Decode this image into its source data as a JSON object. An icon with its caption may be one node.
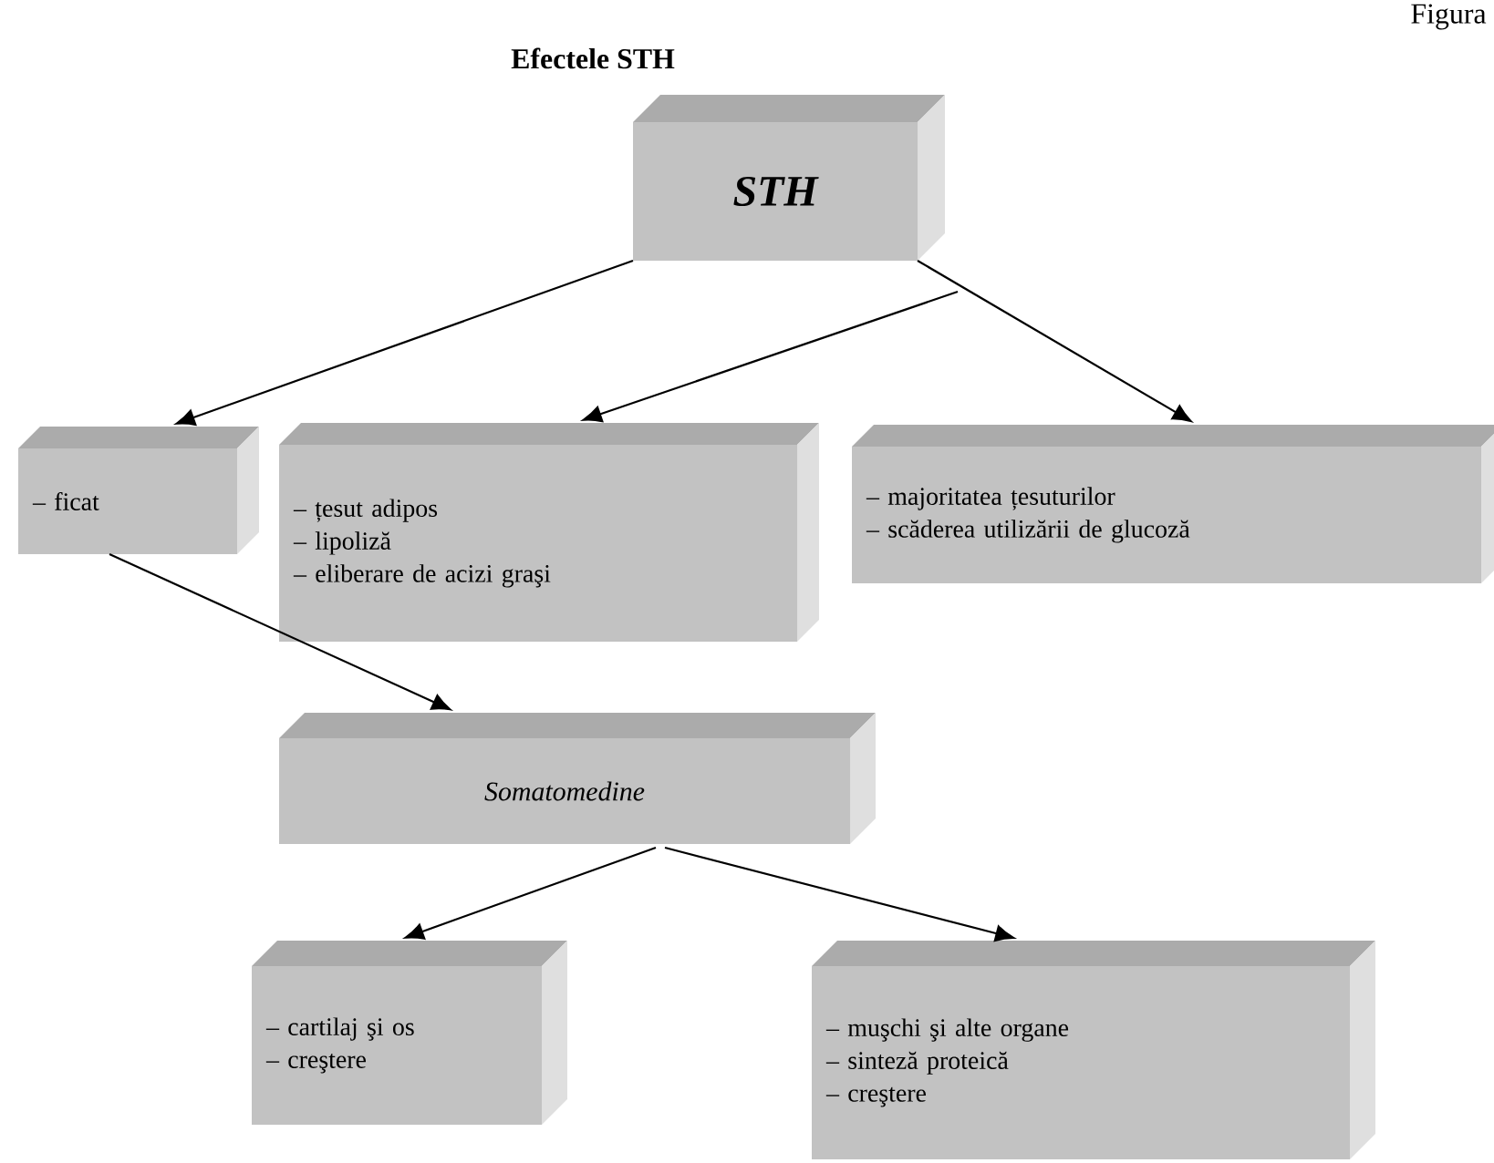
{
  "diagram": {
    "title": "Efectele STH",
    "nodes": [
      {
        "text": [
          "STH"
        ]
      },
      {
        "text": [
          "– ficat"
        ]
      },
      {
        "text": [
          "– țesut adipos",
          "– lipoliză",
          "– eliberare de acizi graşi"
        ]
      },
      {
        "text": [
          "– majoritatea țesuturilor",
          "– scăderea utilizării de glucoză"
        ]
      },
      {
        "text": [
          "Somatomedine"
        ]
      },
      {
        "text": [
          "– cartilaj şi os",
          "– creştere"
        ]
      },
      {
        "text": [
          "– muşchi şi alte organe",
          "– sinteză proteică",
          "– creştere"
        ]
      }
    ],
    "edges": [
      {
        "from": 0,
        "to": 1,
        "arrow": "to"
      },
      {
        "from": 0,
        "to": 2,
        "arrow": "to"
      },
      {
        "from": 0,
        "to": 3,
        "arrow": "to"
      },
      {
        "from": 1,
        "to": 4,
        "arrow": "to"
      },
      {
        "from": 4,
        "to": 5,
        "arrow": "to"
      },
      {
        "from": 4,
        "to": 6,
        "arrow": "to"
      }
    ],
    "labels": [
      "Figura"
    ]
  }
}
